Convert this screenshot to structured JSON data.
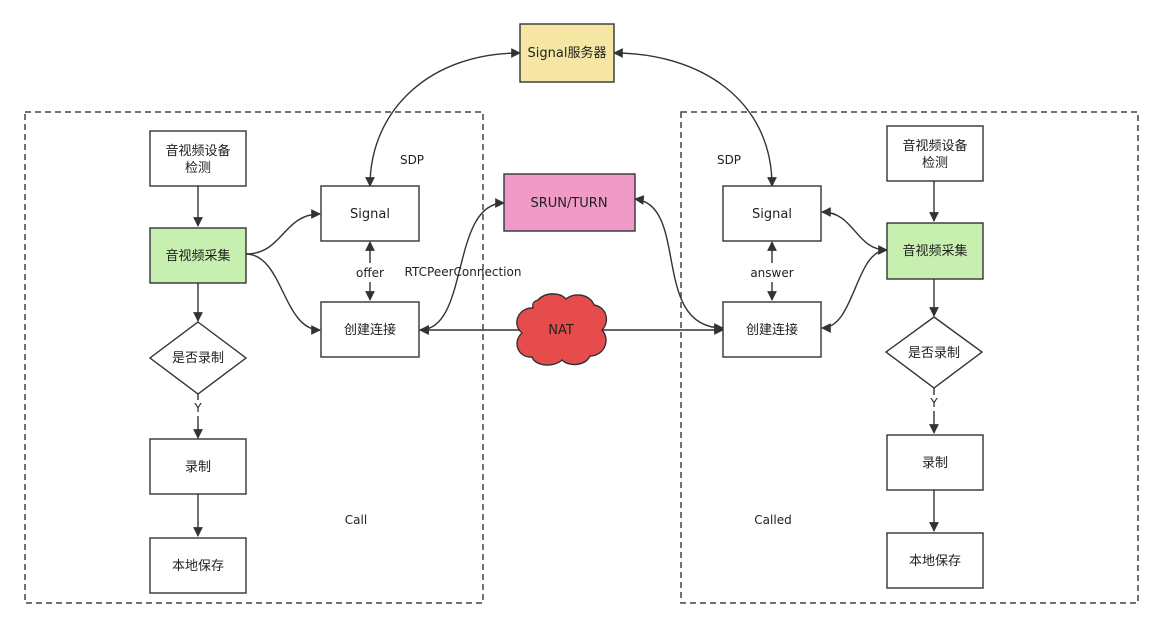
{
  "nodes": {
    "server": "Signal服务器",
    "srun": "SRUN/TURN",
    "nat": "NAT",
    "left": {
      "device_check": [
        "音视频设备",
        "检测"
      ],
      "capture": "音视频采集",
      "record_decision": "是否录制",
      "record": "录制",
      "save": "本地保存",
      "signal": "Signal",
      "connect": "创建连接"
    },
    "right": {
      "device_check": [
        "音视频设备",
        "检测"
      ],
      "capture": "音视频采集",
      "record_decision": "是否录制",
      "record": "录制",
      "save": "本地保存",
      "signal": "Signal",
      "connect": "创建连接"
    }
  },
  "labels": {
    "sdp_left": "SDP",
    "sdp_right": "SDP",
    "offer": "offer",
    "answer": "answer",
    "rtc": "RTCPeerConnection",
    "y_left": "Y",
    "y_right": "Y",
    "call": "Call",
    "called": "Called"
  },
  "colors": {
    "server_fill": "#f5e6a3",
    "srun_fill": "#f19ac8",
    "nat_fill": "#e64c4c",
    "capture_fill": "#c6efb0",
    "stroke": "#333333"
  }
}
